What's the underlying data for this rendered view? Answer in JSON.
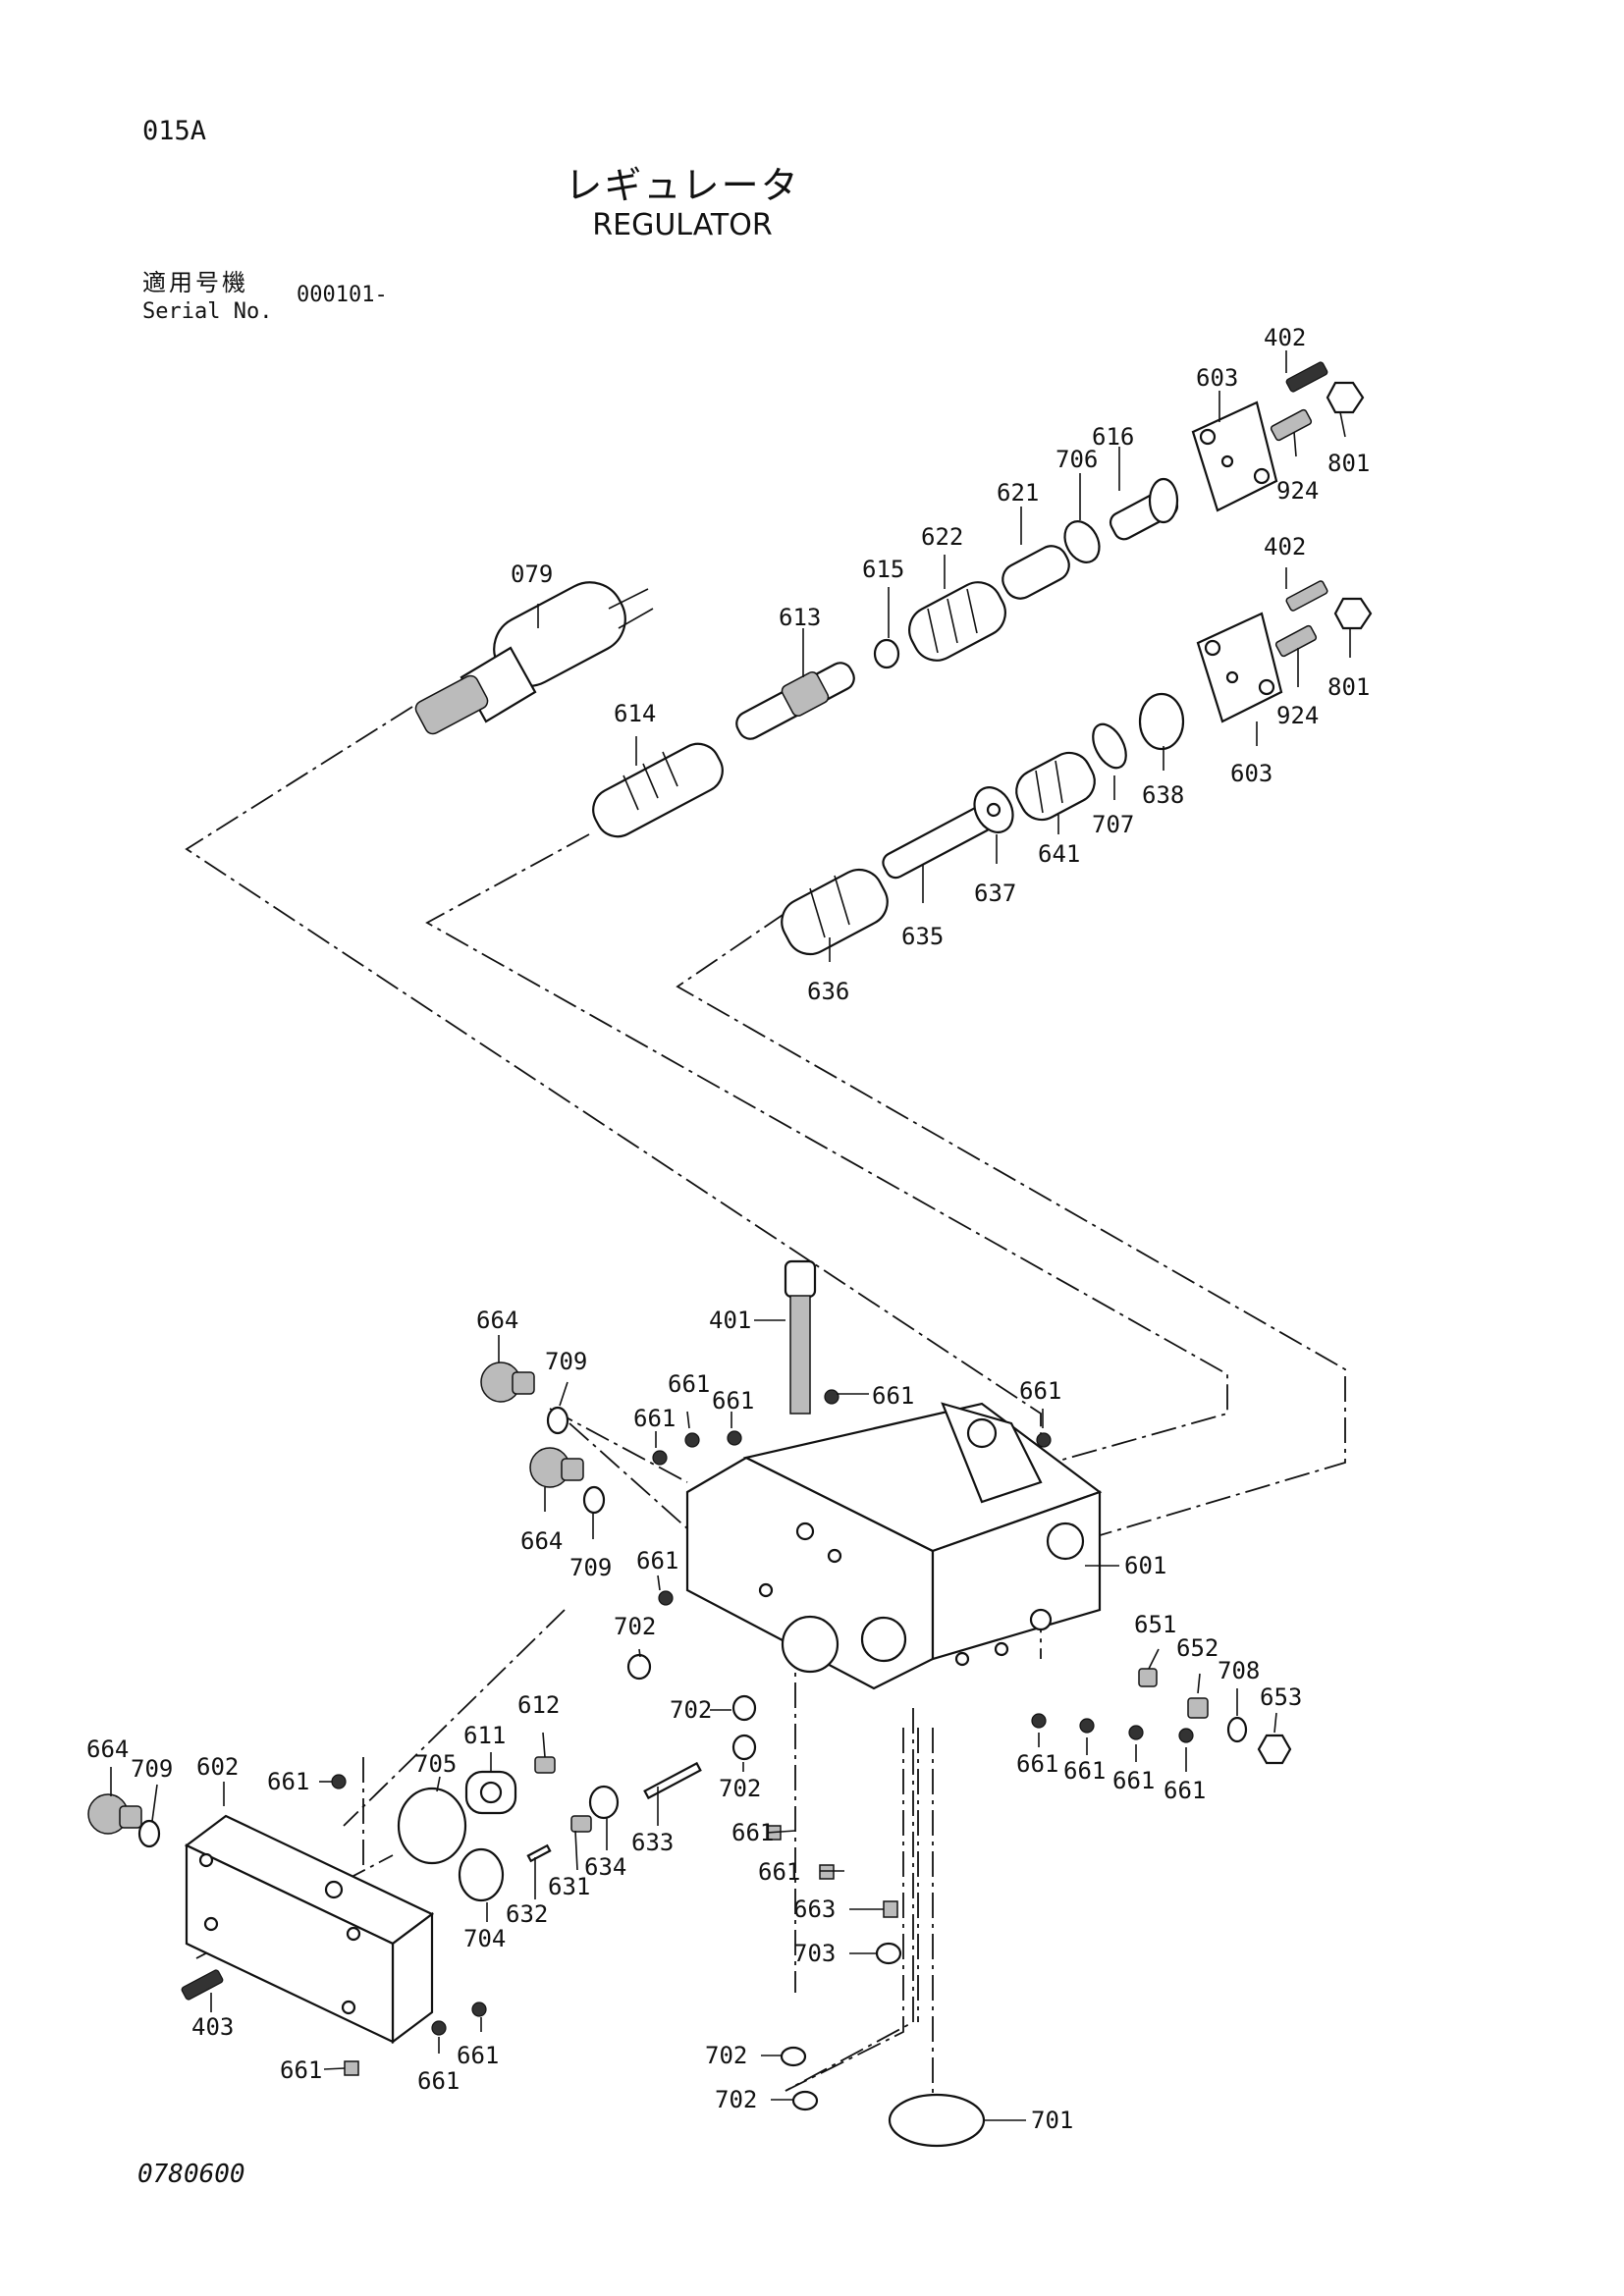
{
  "header": {
    "code": "015A",
    "title_jp": "レギュレータ",
    "title_en": "REGULATOR",
    "serial_label_jp": "適用号機",
    "serial_label_en": "Serial No.",
    "serial_value": "000101-"
  },
  "footer": {
    "drawing_no": "0780600"
  },
  "parts": {
    "p079": "079",
    "p401": "401",
    "p402a": "402",
    "p402b": "402",
    "p403": "403",
    "p601": "601",
    "p602": "602",
    "p603a": "603",
    "p603b": "603",
    "p611": "611",
    "p612": "612",
    "p613": "613",
    "p614": "614",
    "p615": "615",
    "p616": "616",
    "p621": "621",
    "p622": "622",
    "p631": "631",
    "p632": "632",
    "p633": "633",
    "p634": "634",
    "p635": "635",
    "p636": "636",
    "p637": "637",
    "p638": "638",
    "p641": "641",
    "p651": "651",
    "p652": "652",
    "p653": "653",
    "p661": "661",
    "p663": "663",
    "p664": "664",
    "p701": "701",
    "p702": "702",
    "p703": "703",
    "p704": "704",
    "p705": "705",
    "p706": "706",
    "p707": "707",
    "p708": "708",
    "p709": "709",
    "p801": "801",
    "p924": "924"
  }
}
